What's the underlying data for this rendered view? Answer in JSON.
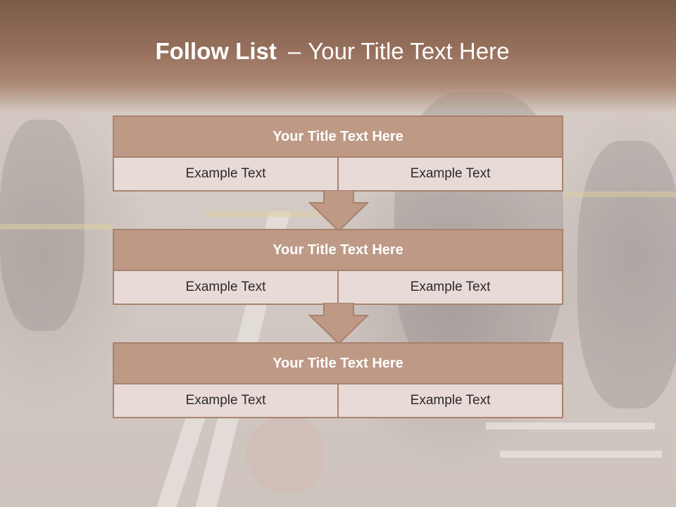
{
  "slide": {
    "title_bold": "Follow List",
    "title_separator": "–",
    "title_rest": "Your Title Text Here"
  },
  "steps": [
    {
      "title": "Your Title Text Here",
      "left": "Example Text",
      "right": "Example Text"
    },
    {
      "title": "Your Title Text Here",
      "left": "Example Text",
      "right": "Example Text"
    },
    {
      "title": "Your Title Text Here",
      "left": "Example Text",
      "right": "Example Text"
    }
  ],
  "colors": {
    "header_brown": "#96705c",
    "box_head": "#bd9986",
    "box_border": "#a9826e",
    "box_cell": "#e8dbd7",
    "arrow_fill": "#bd9986"
  },
  "icons": [
    "down-arrow-icon",
    "down-arrow-icon"
  ]
}
